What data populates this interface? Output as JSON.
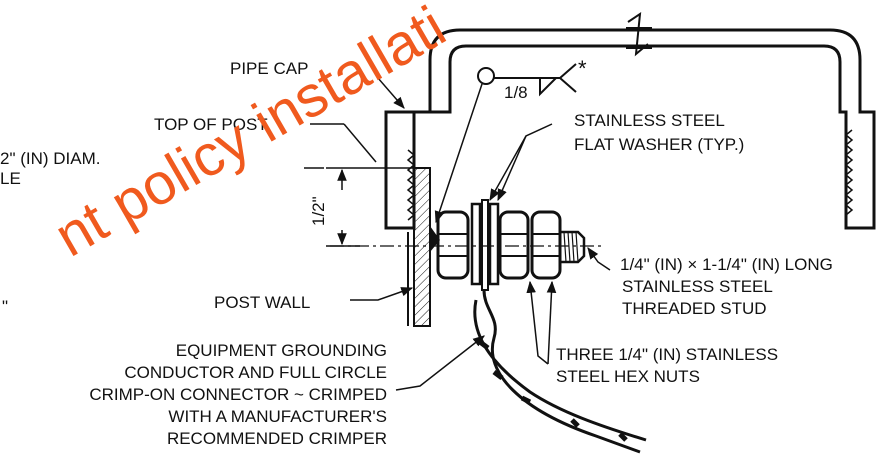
{
  "diagram": {
    "labels": {
      "pipe_cap": "PIPE CAP",
      "top_of_post": "TOP OF POST",
      "hole_line1": "2\" (IN) DIAM.",
      "hole_line2": "LE",
      "weld_size": "1/8",
      "weld_note": "*",
      "dim_half_inch": "1/2\"",
      "washer_line1": "STAINLESS STEEL",
      "washer_line2": "FLAT WASHER (TYP.)",
      "stud_line1": "1/4\" (IN) × 1-1/4\" (IN) LONG",
      "stud_line2": "STAINLESS STEEL",
      "stud_line3": "THREADED STUD",
      "post_wall": "POST WALL",
      "nuts_line1": "THREE 1/4\" (IN) STAINLESS",
      "nuts_line2": "STEEL HEX NUTS",
      "ground_line1": "EQUIPMENT GROUNDING",
      "ground_line2": "CONDUCTOR AND FULL CIRCLE",
      "ground_line3": "CRIMP-ON CONNECTOR ~ CRIMPED",
      "ground_line4": "WITH A MANUFACTURER'S",
      "ground_line5": "RECOMMENDED CRIMPER",
      "left_edge_mark": "\""
    },
    "watermark": "nt policy installati",
    "colors": {
      "ink": "#111111",
      "watermark": "#f05a1e",
      "background": "#ffffff"
    }
  }
}
